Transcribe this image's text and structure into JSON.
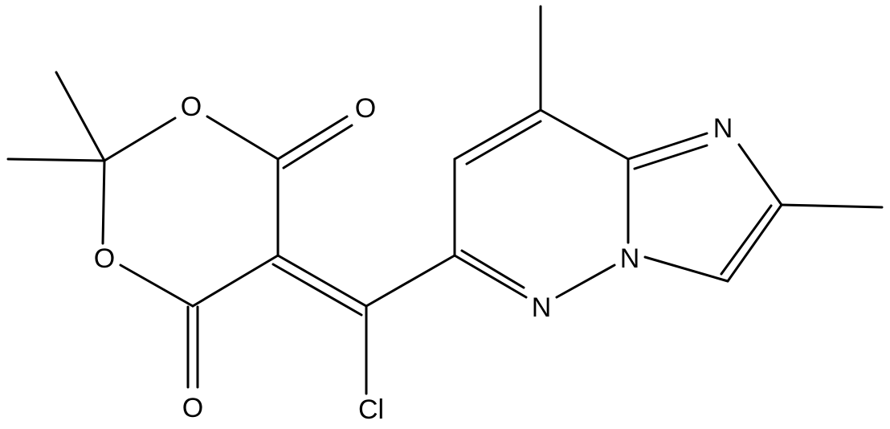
{
  "molecule": {
    "atom_labels": {
      "o_ring_top": "O",
      "o_ring_left": "O",
      "o_carbonyl_top": "O",
      "o_carbonyl_bottom": "O",
      "chlorine": "Cl",
      "n_imidazole": "N",
      "n_bridgehead": "N",
      "n_pyridazine": "N"
    },
    "colors": {
      "bond": "#000000",
      "label": "#000000",
      "background": "#ffffff"
    }
  }
}
